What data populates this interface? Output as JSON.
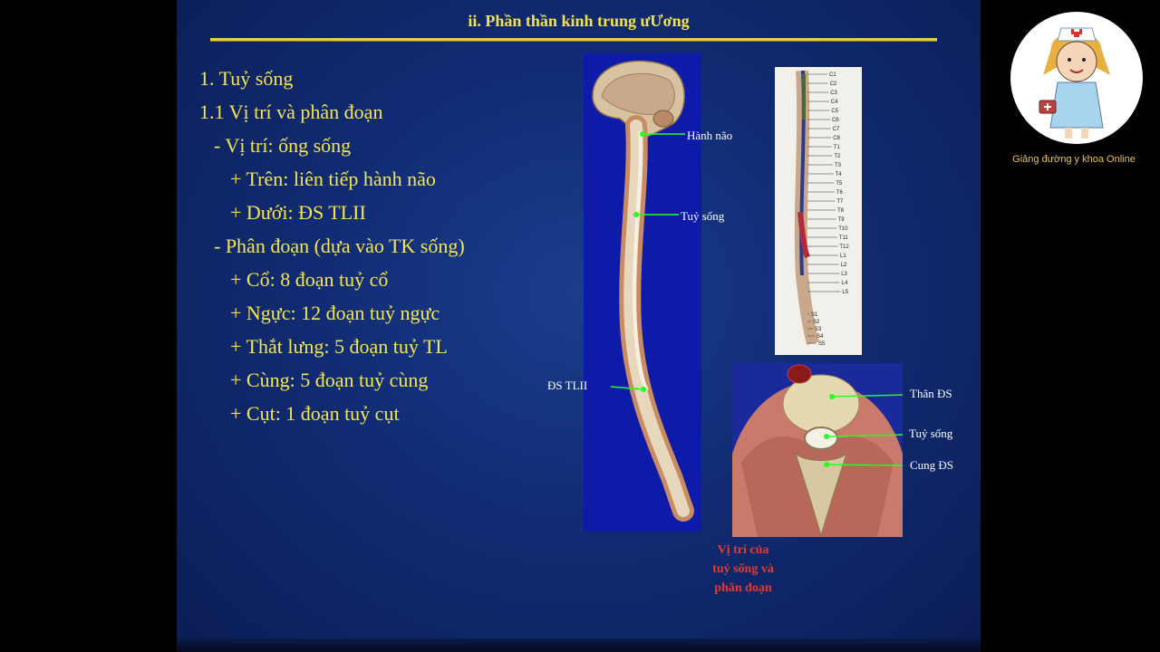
{
  "slide": {
    "title": "ii. Phần thần kinh trung ưƯơng",
    "lines": [
      "1. Tuỷ sống",
      "1.1 Vị trí và phân đoạn",
      "- Vị trí: ống sống",
      "+ Trên: liên tiếp hành não",
      "+ Dưới: ĐS TLII",
      "- Phân đoạn (dựa vào TK sống)",
      "+ Cổ: 8 đoạn tuỷ cổ",
      "+ Ngực: 12 đoạn tuỷ ngực",
      "+ Thắt lưng: 5 đoạn tuỷ TL",
      "+ Cùng: 5 đoạn tuỷ cùng",
      "+ Cụt: 1 đoạn tuỷ cụt"
    ],
    "figure_labels": {
      "hanh_nao": "Hành não",
      "tuy_song_1": "Tuỷ sống",
      "ds_tlii": "ĐS TLII",
      "than_ds": "Thân ĐS",
      "tuy_song_2": "Tuỷ sống",
      "cung_ds": "Cung ĐS"
    },
    "segment_labels": [
      "C1",
      "C2",
      "C3",
      "C4",
      "C5",
      "C6",
      "C7",
      "C8",
      "T1",
      "T2",
      "T3",
      "T4",
      "T5",
      "T6",
      "T7",
      "T8",
      "T9",
      "T10",
      "T11",
      "T12",
      "L1",
      "L2",
      "L3",
      "L4",
      "L5",
      "S1",
      "S2",
      "S3",
      "S4",
      "S5"
    ],
    "caption": [
      "Vị trí của",
      "tuỷ sống và",
      "phân đoạn"
    ]
  },
  "channel": {
    "name": "Giảng đường y khoa Online"
  },
  "colors": {
    "title": "#f4e34a",
    "text": "#f4e64e",
    "caption": "#e53a2c",
    "pointer": "#22ff22"
  }
}
